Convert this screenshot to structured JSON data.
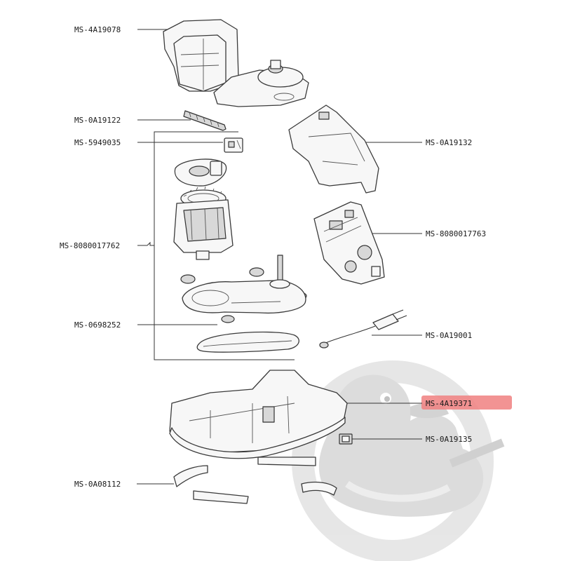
{
  "labels": {
    "motor_housing": "MS-4A19078",
    "small_spring": "MS-0A19122",
    "motor_sensor": "MS-5949035",
    "motor_assembly": "MS-8080017762",
    "rubber_bushing": "MS-0698252",
    "pcb_bracket": "MS-0A19132",
    "pcb_board": "MS-8080017763",
    "power_cord": "MS-0A19001",
    "base_housing": "MS-4A19371",
    "switch": "MS-0A19135",
    "rubber_feet": "MS-0A08112"
  },
  "highlight": {
    "label": "base_housing",
    "color": "#f08080"
  },
  "watermark": {
    "icon": "duck-logo",
    "ring_color": "#e2e2e2",
    "duck_color": "#d6d6d6"
  }
}
